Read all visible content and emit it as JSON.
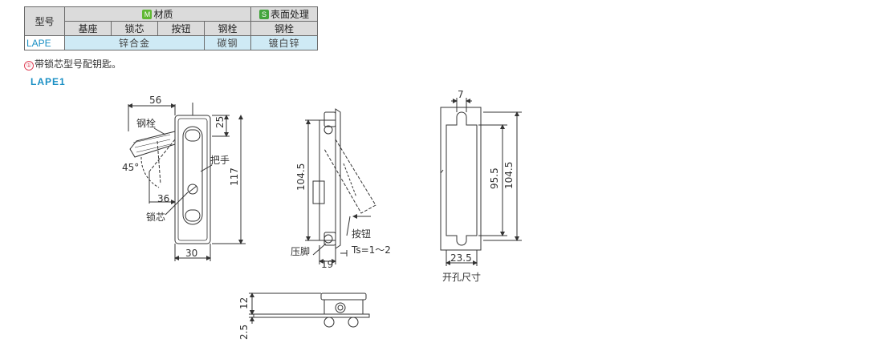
{
  "table": {
    "col_model": "型号",
    "group_material": "材质",
    "group_material_badge": "M",
    "group_surface": "表面处理",
    "group_surface_badge": "S",
    "sub_base": "基座",
    "sub_core": "锁芯",
    "sub_button": "按钮",
    "sub_bolt": "钢栓",
    "sub_surface_bolt": "钢栓",
    "row_model": "LAPE",
    "row_material_zinc": "锌合金",
    "row_material_bolt": "碳钢",
    "row_surface": "镀白锌"
  },
  "note": {
    "icon": "①",
    "text": "带锁芯型号配钥匙。"
  },
  "subtitle": "LAPE1",
  "drawing": {
    "front": {
      "dim_width_top": "56",
      "dim_25": "25",
      "dim_117": "117",
      "dim_36": "36",
      "dim_30": "30",
      "angle": "45°",
      "label_bolt": "钢栓",
      "label_handle": "把手",
      "label_core": "锁芯"
    },
    "side": {
      "dim_104_5": "104.5",
      "dim_19": "19",
      "label_button": "按钮",
      "label_ts": "Ts=1～2",
      "label_foot": "压脚"
    },
    "cutout": {
      "dim_7": "7",
      "dim_95_5": "95.5",
      "dim_104_5": "104.5",
      "dim_23_5": "23.5",
      "caption": "开孔尺寸"
    },
    "bottom": {
      "dim_12": "12",
      "dim_2_5": "2.5"
    }
  }
}
